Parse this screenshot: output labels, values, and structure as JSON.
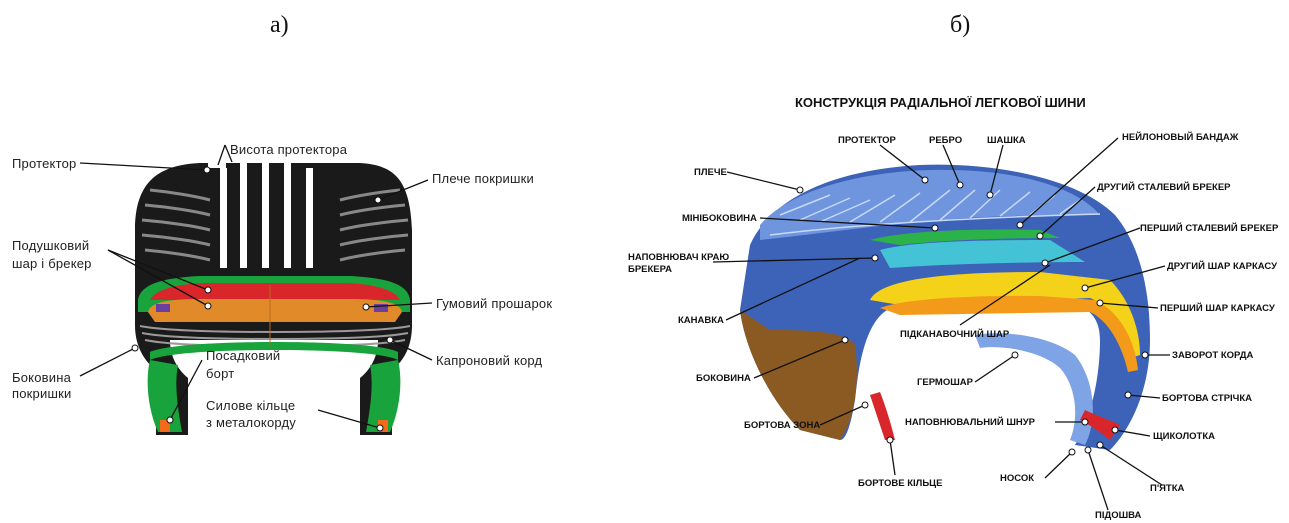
{
  "panels": {
    "a": {
      "label": "а)",
      "labels": {
        "tread": "Протектор",
        "tread_height": "Висота протектора",
        "shoulder": "Плече покришки",
        "cushion_line1": "Подушковий",
        "cushion_line2": "шар і брекер",
        "rubber_layer": "Гумовий прошарок",
        "sidewall_line1": "Боковина",
        "sidewall_line2": "покришки",
        "nylon_cord": "Капроновий корд",
        "bead_line1": "Посадковий",
        "bead_line2": "борт",
        "bead_ring_line1": "Силове кільце",
        "bead_ring_line2": "з металокорду"
      }
    },
    "b": {
      "label": "б)",
      "title": "КОНСТРУКЦІЯ РАДІАЛЬНОЇ ЛЕГКОВОЇ ШИНИ",
      "labels": {
        "protector": "ПРОТЕКТОР",
        "rib": "РЕБРО",
        "block": "ШАШКА",
        "nylon_band": "НЕЙЛОНОВЫЙ БАНДАЖ",
        "shoulder": "ПЛЕЧЕ",
        "second_steel": "ДРУГИЙ СТАЛЕВИЙ БРЕКЕР",
        "mini_sidewall": "МІНІБОКОВИНА",
        "first_steel": "ПЕРШИЙ СТАЛЕВИЙ БРЕКЕР",
        "filler_line1": "НАПОВНЮВАЧ КРАЮ",
        "filler_line2": "БРЕКЕРА",
        "second_ply": "ДРУГИЙ ШАР КАРКАСУ",
        "first_ply": "ПЕРШИЙ ШАР КАРКАСУ",
        "groove": "КАНАВКА",
        "sub_groove": "ПІДКАНАВОЧНИЙ ШАР",
        "cord_turn": "ЗАВОРОТ КОРДА",
        "sidewall": "БОКОВИНА",
        "inner_liner": "ГЕРМОШАР",
        "bead_tape": "БОРТОВА СТРІЧКА",
        "bead_zone": "БОРТОВА ЗОНА",
        "apex": "НАПОВНЮВАЛЬНИЙ ШНУР",
        "chafer": "ЩИКОЛОТКА",
        "toe": "НОСОК",
        "heel": "П'ЯТКА",
        "bead_ring": "БОРТОВЕ КІЛЬЦЕ",
        "sole": "ПІДОШВА"
      }
    }
  }
}
